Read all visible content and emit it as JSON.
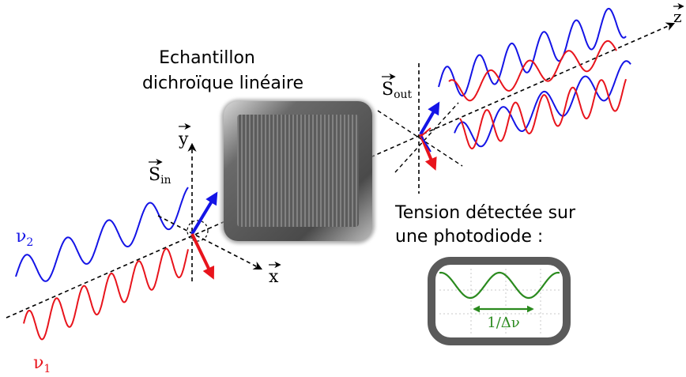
{
  "sample_label_line1": "Echantillon",
  "sample_label_line2": "dichroïque linéaire",
  "photodiode_label_line1": "Tension détectée sur",
  "photodiode_label_line2": "une photodiode :",
  "axis_x": "x",
  "axis_y": "y",
  "axis_z": "z",
  "s_in_letter": "S",
  "s_in_sub": "in",
  "s_out_letter": "S",
  "s_out_sub": "out",
  "nu1_symbol": "ν",
  "nu1_sub": "1",
  "nu2_symbol": "ν",
  "nu2_sub": "2",
  "beat_period_label": "1/Δν",
  "colors": {
    "nu1": "#e8141c",
    "nu2": "#1414e6",
    "signal": "#2a8a1e",
    "screen_frame": "#5a5a5a",
    "sample": "#5e5e5e"
  }
}
